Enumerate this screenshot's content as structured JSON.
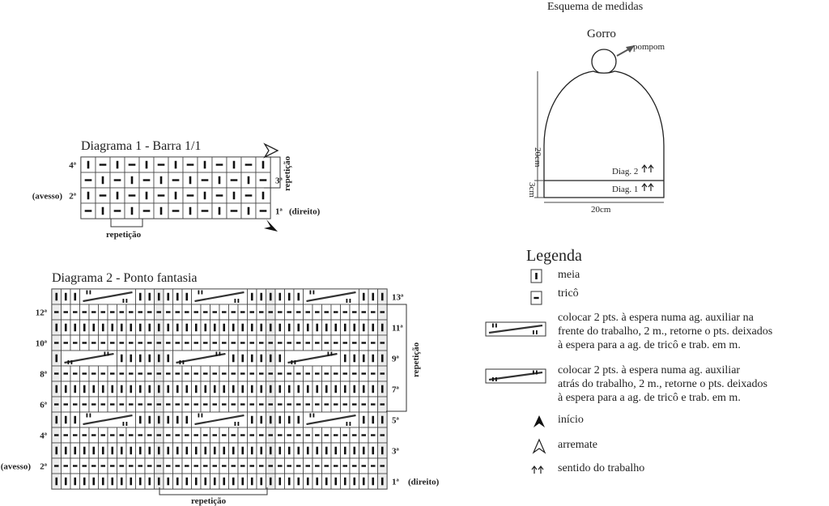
{
  "diagram1": {
    "title": "Diagrama 1 - Barra 1/1",
    "rows": [
      {
        "number": "4ª",
        "side": "left",
        "cells": "KPKPKPKPKPKPK"
      },
      {
        "number": "3ª",
        "side": "right",
        "cells": "PKPKPKPKPKPKP"
      },
      {
        "number": "2ª",
        "prefix": "(avesso)",
        "side": "left",
        "cells": "KPKPKPKPKPKPK"
      },
      {
        "number": "1ª",
        "suffix": "(direito)",
        "side": "right",
        "cells": "PKPKPKPKPKPKP"
      }
    ],
    "repeat_v_label": "repetição",
    "repeat_h_label": "repetição"
  },
  "diagram2": {
    "title": "Diagrama 2 - Ponto fantasia",
    "rows": [
      {
        "number": "13ª",
        "side": "right",
        "cells": "KKKxxxxxxKKKKKKxxxxxxKKKKKKxxxxxxKKK",
        "cable": "front"
      },
      {
        "number": "12ª",
        "side": "left",
        "cells": "PPPPPPPPPPPPPPPPPPPPPPPPPPPPPPPPPPPP"
      },
      {
        "number": "11ª",
        "side": "right",
        "cells": "KKKKKKKKKKKKKKKKKKKKKKKKKKKKKKKKKKKK"
      },
      {
        "number": "10ª",
        "side": "left",
        "cells": "PPPPPPPPPPPPPPPPPPPPPPPPPPPPPPPPPPPP"
      },
      {
        "number": "9ª",
        "side": "right",
        "cells": "KxxxxxxKKKKKKxxxxxxKKKKKKxxxxxxKKKKK",
        "cable": "back"
      },
      {
        "number": "8ª",
        "side": "left",
        "cells": "PPPPPPPPPPPPPPPPPPPPPPPPPPPPPPPPPPPP"
      },
      {
        "number": "7ª",
        "side": "right",
        "cells": "KKKKKKKKKKKKKKKKKKKKKKKKKKKKKKKKKKKK"
      },
      {
        "number": "6ª",
        "side": "left",
        "cells": "PPPPPPPPPPPPPPPPPPPPPPPPPPPPPPPPPPPP"
      },
      {
        "number": "5ª",
        "side": "right",
        "cells": "KKKxxxxxxKKKKKKxxxxxxKKKKKKxxxxxxKKK",
        "cable": "front"
      },
      {
        "number": "4ª",
        "side": "left",
        "cells": "PPPPPPPPPPPPPPPPPPPPPPPPPPPPPPPPPPPP"
      },
      {
        "number": "3ª",
        "side": "right",
        "cells": "KKKKKKKKKKKKKKKKKKKKKKKKKKKKKKKKKKKK"
      },
      {
        "number": "2ª",
        "prefix": "(avesso)",
        "side": "left",
        "cells": "PPPPPPPPPPPPPPPPPPPPPPPPPPPPPPPPPPPP"
      },
      {
        "number": "1ª",
        "suffix": "(direito)",
        "side": "right",
        "cells": "KKKKKKKKKKKKKKKKKKKKKKKKKKKKKKKKKKKK"
      }
    ],
    "repeat_v_label": "repetição",
    "repeat_h_label": "repetição"
  },
  "schematic": {
    "title": "Esquema de medidas",
    "subtitle": "Gorro",
    "pompom_label": "pompom",
    "height_label": "20cm",
    "band_label": "3cm",
    "width_label": "20cm",
    "diag2_label": "Diag. 2",
    "diag1_label": "Diag. 1"
  },
  "legend": {
    "title": "Legenda",
    "items": [
      {
        "symbol": "knit-icon",
        "text": [
          "meia"
        ]
      },
      {
        "symbol": "purl-icon",
        "text": [
          "tricô"
        ]
      },
      {
        "symbol": "cable-front-icon",
        "text": [
          "colocar 2 pts. à espera numa ag. auxiliar na",
          "frente do trabalho, 2 m., retorne o pts. deixados",
          "à espera para a ag. de tricô e trab. em m."
        ]
      },
      {
        "symbol": "cable-back-icon",
        "text": [
          "colocar 2 pts. à espera numa ag. auxiliar",
          "atrás do trabalho, 2 m., retorne o pts. deixados",
          "à espera para a ag. de tricô e trab. em m."
        ]
      },
      {
        "symbol": "start-arrow-icon",
        "text": [
          "início"
        ]
      },
      {
        "symbol": "bind-off-arrow-icon",
        "text": [
          "arremate"
        ]
      },
      {
        "symbol": "direction-arrows-icon",
        "text": [
          "sentido do trabalho"
        ]
      }
    ]
  }
}
